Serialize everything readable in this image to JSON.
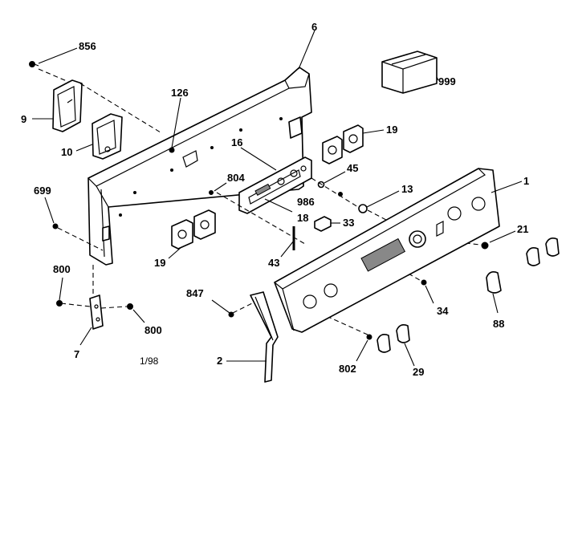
{
  "labels": {
    "p856": "856",
    "p6": "6",
    "p999": "999",
    "p126": "126",
    "p9": "9",
    "p10": "10",
    "p19a": "19",
    "p16": "16",
    "p45": "45",
    "p804": "804",
    "p699": "699",
    "p986": "986",
    "p13": "13",
    "p1": "1",
    "p18": "18",
    "p33": "33",
    "p21": "21",
    "p19b": "19",
    "p43": "43",
    "p800a": "800",
    "p847": "847",
    "p34": "34",
    "p88": "88",
    "p800b": "800",
    "p7": "7",
    "p1_98": "1/98",
    "p2": "2",
    "p802": "802",
    "p29": "29"
  }
}
